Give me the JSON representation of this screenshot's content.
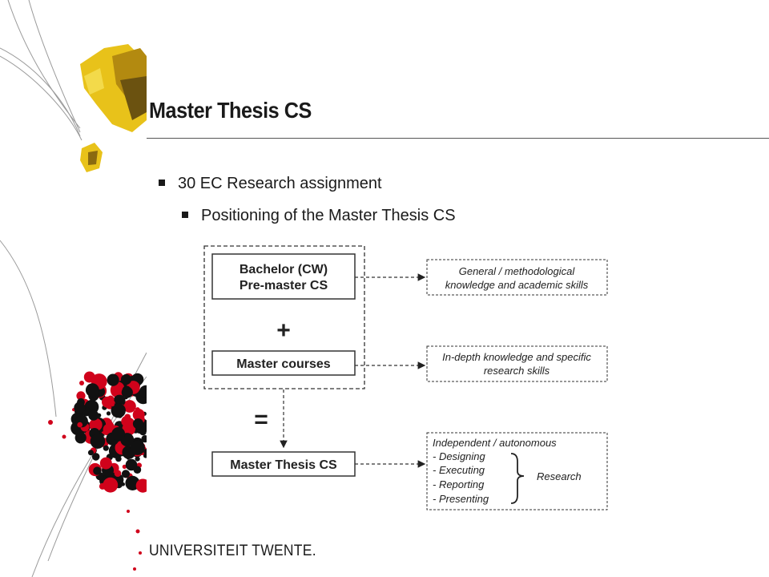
{
  "slide": {
    "title": "Master Thesis CS",
    "bullets": [
      "30 EC Research assignment",
      "Positioning of the Master Thesis CS"
    ]
  },
  "diagram": {
    "nodes": {
      "bachelor_line1": "Bachelor (CW)",
      "bachelor_line2": "Pre-master CS",
      "plus": "+",
      "master_courses": "Master courses",
      "equals": "=",
      "master_thesis": "Master Thesis CS"
    },
    "outcomes": {
      "general_line1": "General / methodological",
      "general_line2": "knowledge and academic skills",
      "indepth_line1": "In-depth knowledge and specific",
      "indepth_line2": "research skills",
      "independent_title": "Independent / autonomous",
      "steps": [
        "- Designing",
        "- Executing",
        "- Reporting",
        "- Presenting"
      ],
      "research_label": "Research"
    }
  },
  "footer": {
    "logo_text": "UNIVERSITEIT TWENTE."
  },
  "colors": {
    "gold": "#e8c21a",
    "dark_gold": "#8a6a10",
    "red": "#d0021b",
    "black": "#111111"
  }
}
